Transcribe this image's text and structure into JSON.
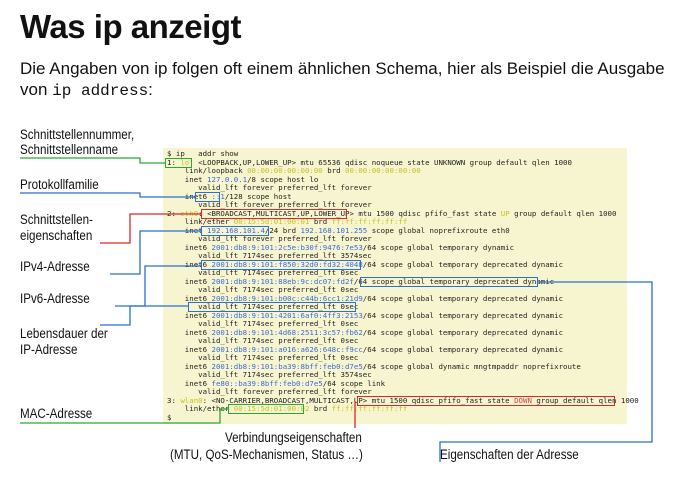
{
  "title": "Was ip anzeigt",
  "subtitle_pre": "Die Angaben von ip folgen oft einem ähnlichen Schema, hier als Beispiel die Ausgabe von",
  "subtitle_cmd": "ip address",
  "subtitle_post": ":",
  "labels": {
    "iface": "Schnittstellennummer,",
    "iface2": "Schnittstellenname",
    "family": "Protokollfamilie",
    "props1": "Schnittstellen-",
    "props2": "eigenschaften",
    "ipv4": "IPv4-Adresse",
    "ipv6": "IPv6-Adresse",
    "life1": "Lebensdauer der",
    "life2": "IP-Adresse",
    "mac": "MAC-Adresse",
    "conn1": "Verbindungseigenschaften",
    "conn2": "(MTU, QoS-Mechanismen, Status …)",
    "addrprops": "Eigenschaften der Adresse"
  },
  "terminal": {
    "l0": "$ ip   addr show",
    "l1a": "1: ",
    "l1b": "lo:",
    "l1c": " <LOOPBACK,UP,LOWER_UP> mtu 65536 qdisc noqueue state UNKNOWN group default qlen 1000",
    "l2a": "    link/loopback ",
    "l2b": "00:00:00:00:00:00",
    "l2c": " brd ",
    "l2d": "00:00:00:00:00:00",
    "l3a": "    inet ",
    "l3b": "127.0.0.1",
    "l3c": "/8 scope host lo",
    "l4": "       valid_lft forever preferred_lft forever",
    "l5a": "    inet6 ",
    "l5b": "::1",
    "l5c": "/128 scope host",
    "l6": "       valid_lft forever preferred_lft forever",
    "l7a": "2: ",
    "l7b": "eth0",
    "l7c": ": ",
    "l7d": "<BROADCAST,MULTICAST,UP,LOWER_UP>",
    "l7e": " mtu 1500 qdisc pfifo_fast state ",
    "l7f": "UP",
    "l7g": " group default qlen 1000",
    "l8a": "    link/ether ",
    "l8b": "00:15:5d:01:00:01",
    "l8c": " brd ",
    "l8d": "ff:ff:ff:ff:ff:ff",
    "l9a": "    inet ",
    "l9b": "192.168.101.4",
    "l9c": "/24 brd ",
    "l9d": "192.168.101.255",
    "l9e": " scope global noprefixroute eth0",
    "l10": "       valid_lft forever preferred_lft forever",
    "l11a": "    inet6 ",
    "l11b": "2001:db8:9:101:2c5e:b30f:9476:7e53",
    "l11c": "/64 scope global temporary dynamic",
    "l12": "       valid_lft 7174sec preferred_lft 3574sec",
    "l13a": "    inet6 ",
    "l13b": "2001:db8:9:101:f850:32d0:fd32:4048",
    "l13c": "/64 scope global temporary deprecated dynamic",
    "l14": "       valid_lft 7174sec preferred_lft 0sec",
    "l15a": "    inet6 ",
    "l15b": "2001:db8:9:101:88eb:9c:dc07:fd2f",
    "l15c": "/64 scope global temporary deprecated dynamic",
    "l16": "       valid_lft 7174sec preferred_lft 0sec",
    "l17a": "    inet6 ",
    "l17b": "2001:db8:9:101:b00c:c44b:6cc1:21d9",
    "l17c": "/64 scope global temporary deprecated dynamic",
    "l18": "       valid_lft 7174sec preferred_lft 0sec",
    "l19a": "    inet6 ",
    "l19b": "2001:db8:9:101:4201:6af0:4ff3:2153",
    "l19c": "/64 scope global temporary deprecated dynamic",
    "l20": "       valid_lft 7174sec preferred_lft 0sec",
    "l21a": "    inet6 ",
    "l21b": "2001:db8:9:101:4d68:2511:3c57:fb62",
    "l21c": "/64 scope global temporary deprecated dynamic",
    "l22": "       valid_lft 7174sec preferred_lft 0sec",
    "l23a": "    inet6 ",
    "l23b": "2001:db8:9:101:a016:a626:648c:f9cc",
    "l23c": "/64 scope global temporary deprecated dynamic",
    "l24": "       valid_lft 7174sec preferred_lft 0sec",
    "l25a": "    inet6 ",
    "l25b": "2001:db8:9:101:ba39:8bff:feb0:d7e5",
    "l25c": "/64 scope global dynamic mngtmpaddr noprefixroute",
    "l26": "       valid_lft 7174sec preferred_lft 3574sec",
    "l27a": "    inet6 ",
    "l27b": "fe80::ba39:8bff:feb0:d7e5",
    "l27c": "/64 scope link",
    "l28": "       valid_lft forever preferred_lft forever",
    "l29a": "3: ",
    "l29b": "wlan0",
    "l29c": ": <NO-CARRIER,BROADCAST,MULTICAST,UP>",
    "l29d": " mtu 1500 qdisc pfifo_fast state ",
    "l29e": "DOWN",
    "l29f": " group default qlen 1000",
    "l30a": "    link/ether ",
    "l30b": "00:15:5d:01:00:02",
    "l30c": " brd ",
    "l30d": "ff:ff:ff:ff:ff:ff",
    "l31": "$ "
  },
  "colors": {
    "blue": "#2a6fd1",
    "green": "#2aa836",
    "red": "#d42a2a",
    "terminal_bg": "#f7f5cf",
    "mono_yellow": "#c7c21c"
  }
}
